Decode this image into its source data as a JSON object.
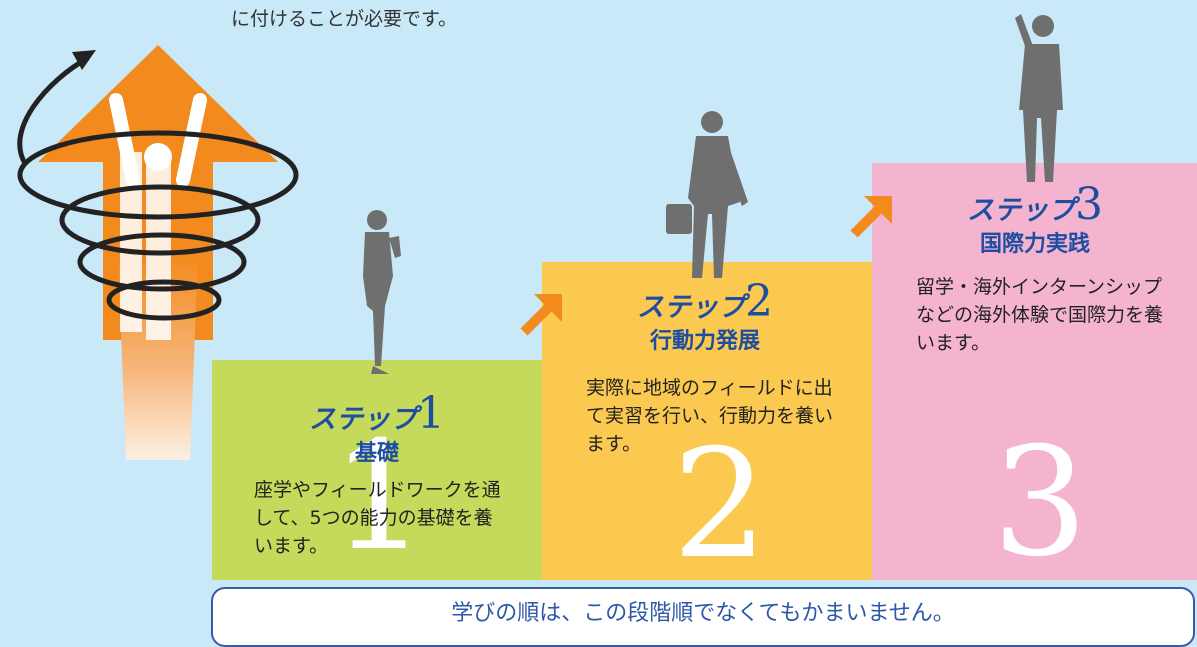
{
  "intro_text": "に付けることが必要です。",
  "steps": [
    {
      "prefix": "ステップ",
      "number": "1",
      "subtitle": "基礎",
      "description": "座学やフィールドワークを通して、5つの能力の基礎を養います。",
      "big_number": "1"
    },
    {
      "prefix": "ステップ",
      "number": "2",
      "subtitle": "行動力発展",
      "description": "実際に地域のフィールドに出て実習を行い、行動力を養います。",
      "big_number": "2"
    },
    {
      "prefix": "ステップ",
      "number": "3",
      "subtitle": "国際力実践",
      "description": "留学・海外インターンシップなどの海外体験で国際力を養います。",
      "big_number": "3"
    }
  ],
  "note_text": "学びの順は、この段階順でなくてもかまいません。",
  "colors": {
    "background": "#c9e8f8",
    "step1": "#c5da5a",
    "step2": "#fbc94f",
    "step3": "#f4b4d0",
    "arrow": "#f28a1e",
    "heading": "#1e4ea0"
  },
  "icons": [
    "rising-figure-arrow-illustration",
    "businesswoman-silhouette",
    "businessman-silhouette",
    "fist-raised-silhouette",
    "orange-diagonal-arrow-icon"
  ]
}
